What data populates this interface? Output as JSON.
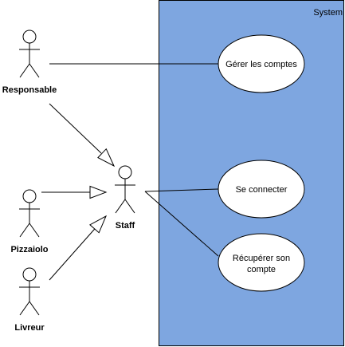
{
  "system": {
    "label": "System",
    "fill_color": "#7ea6e0",
    "stroke_color": "#000000"
  },
  "actors": {
    "responsable": "Responsable",
    "staff": "Staff",
    "pizzaiolo": "Pizzaiolo",
    "livreur": "Livreur"
  },
  "use_cases": {
    "gerer_comptes": [
      "Gérer les comptes"
    ],
    "se_connecter": [
      "Se connecter"
    ],
    "recuperer_compte": [
      "Récupérer son",
      "compte"
    ]
  },
  "colors": {
    "use_case_fill": "#ffffff",
    "line": "#000000"
  }
}
